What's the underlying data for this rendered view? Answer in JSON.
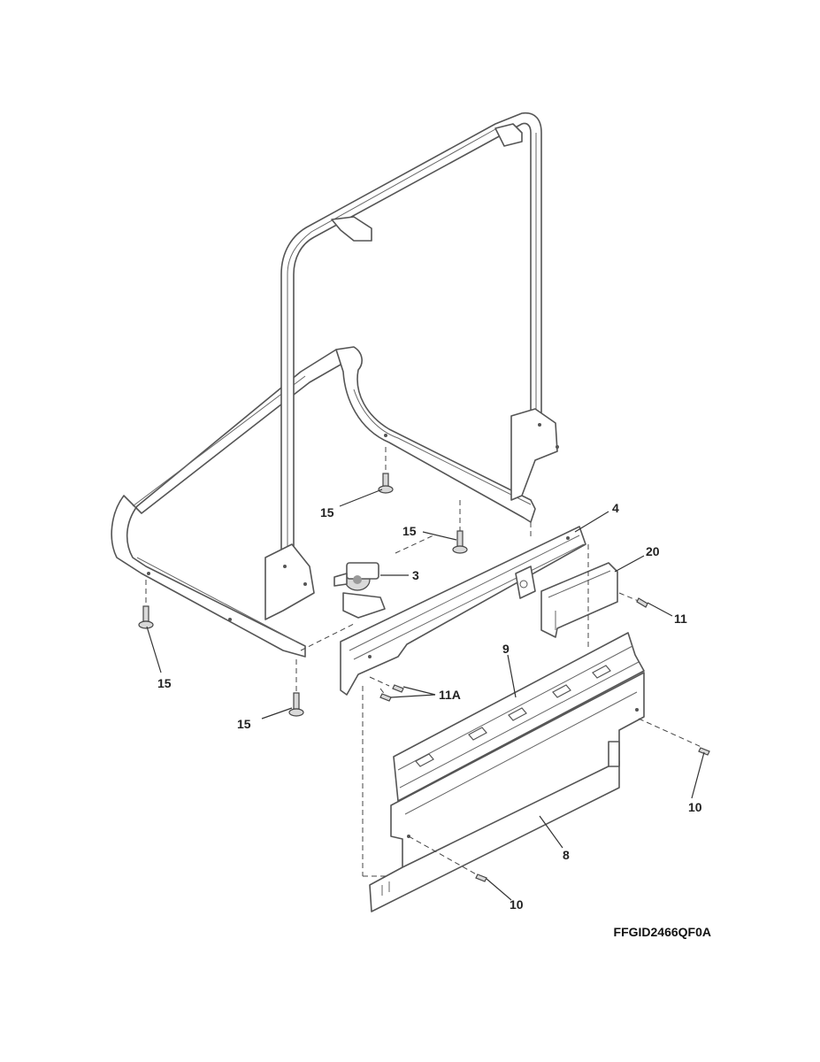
{
  "diagram": {
    "code": "FFGID2466QF0A",
    "labels": {
      "p3": "3",
      "p4": "4",
      "p8": "8",
      "p9": "9",
      "p10a": "10",
      "p10b": "10",
      "p11": "11",
      "p11a": "11A",
      "p15a": "15",
      "p15b": "15",
      "p15c": "15",
      "p15d": "15",
      "p20": "20"
    }
  }
}
